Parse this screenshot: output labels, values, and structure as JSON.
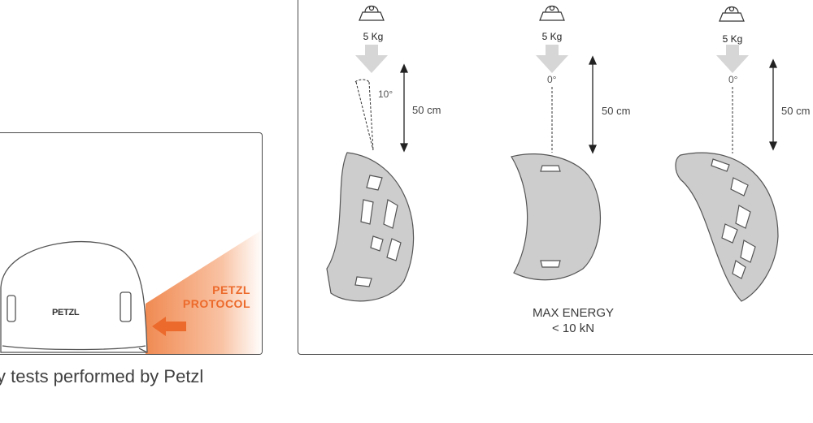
{
  "caption": "y tests performed by Petzl",
  "left_panel": {
    "protocol_line1": "PETZL",
    "protocol_line2": "PROTOCOL",
    "helmet_logo": "PETZL",
    "accent_color": "#ec6a2b",
    "icon_arrow": "left-arrow-icon"
  },
  "right_panel": {
    "tests": [
      {
        "weight": "5 Kg",
        "angle": "10°",
        "height": "50 cm"
      },
      {
        "weight": "5 Kg",
        "angle": "0°",
        "height": "50 cm"
      },
      {
        "weight": "5 Kg",
        "angle": "0°",
        "height": "50 cm"
      }
    ],
    "max_energy_line1": "MAX ENERGY",
    "max_energy_line2": "< 10 kN"
  }
}
